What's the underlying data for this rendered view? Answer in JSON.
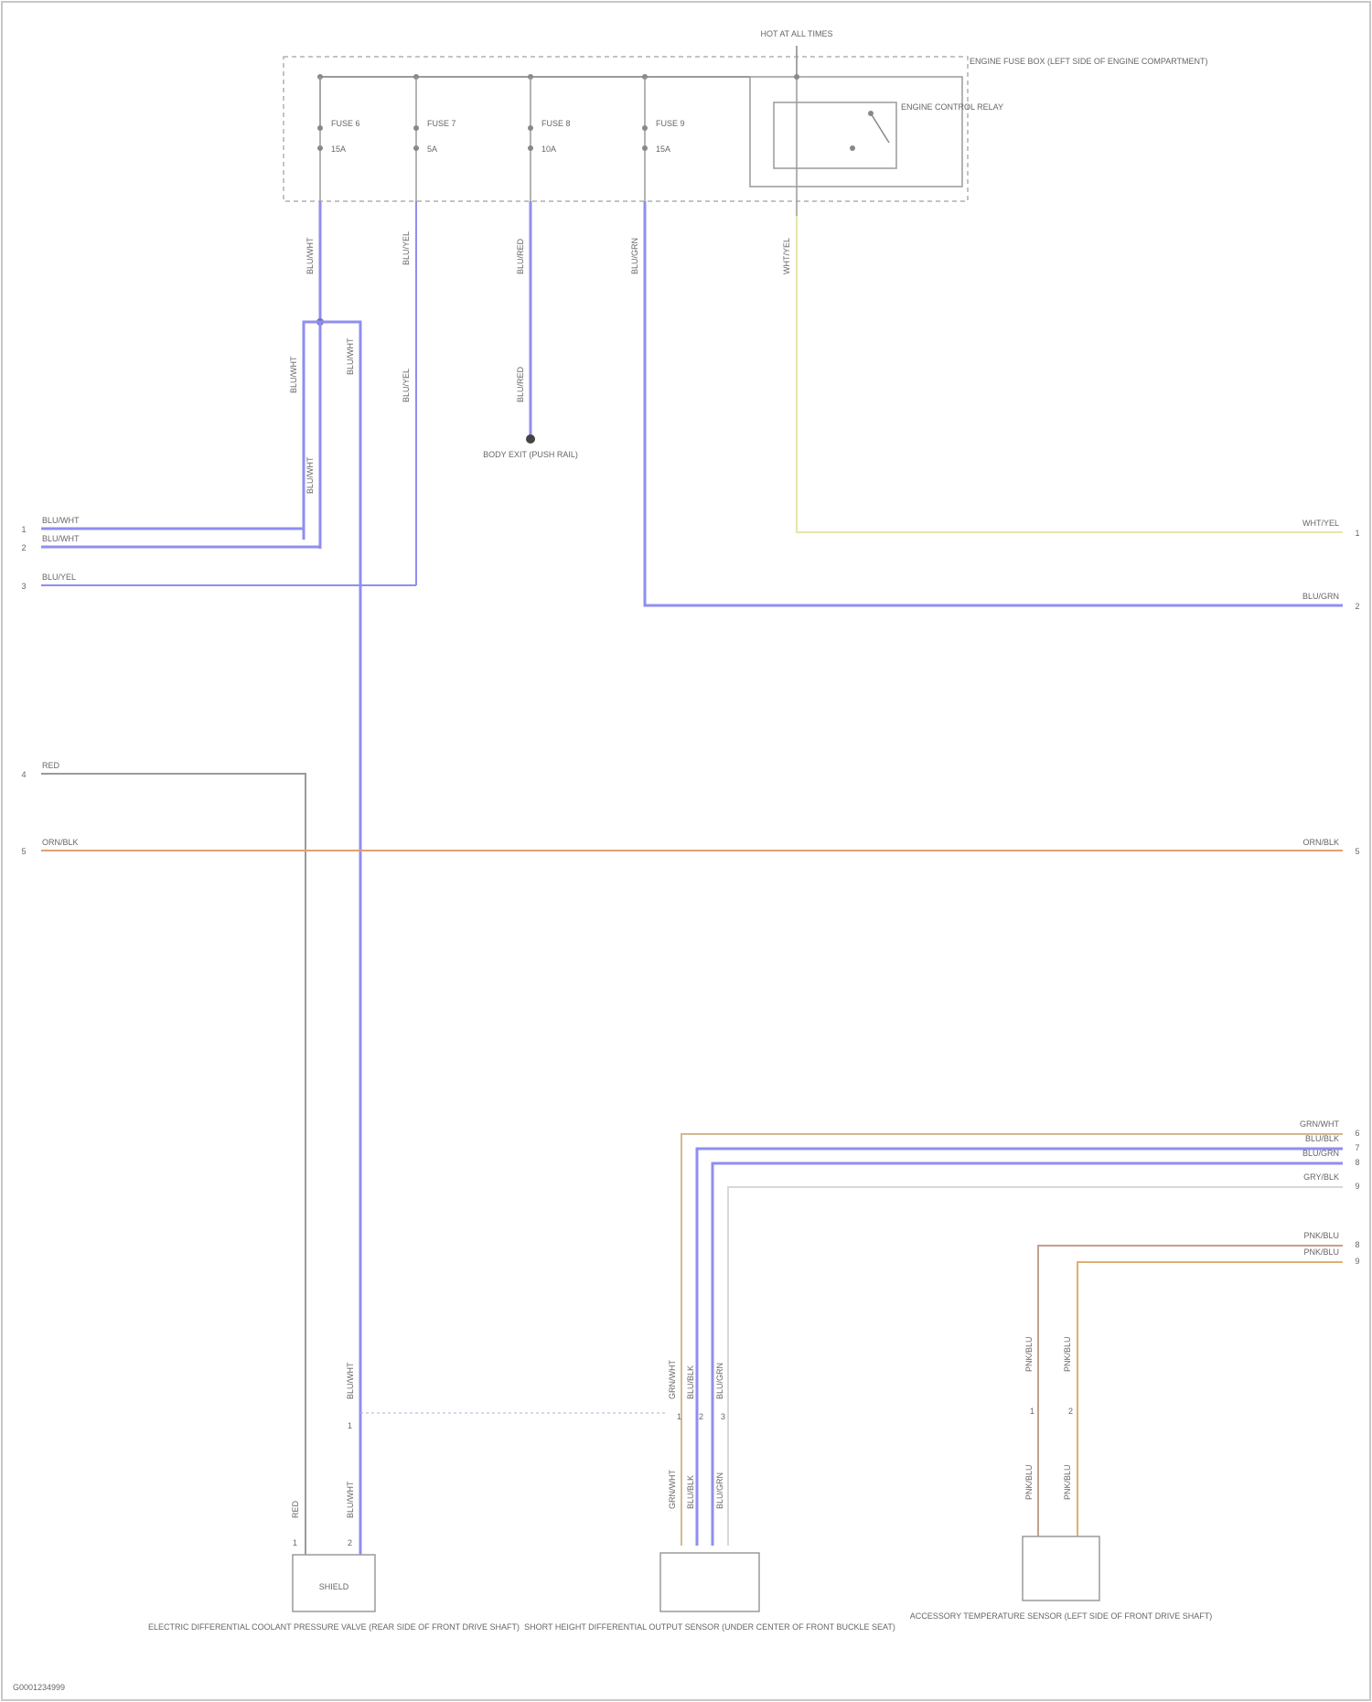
{
  "diagram": {
    "colors": {
      "blue": "#8f8ef0",
      "gray": "#9a9a9a",
      "orange": "#e0a070",
      "yellow": "#e6e6a8",
      "tan": "#d4b890",
      "brown": "#c4a08c",
      "frame": "#b0b0b0"
    },
    "fuse_box": {
      "feed_label": "HOT AT ALL TIMES",
      "box_label": "ENGINE FUSE BOX (LEFT SIDE OF ENGINE COMPARTMENT)",
      "fuses": [
        {
          "name": "FUSE 6",
          "rating": "15A"
        },
        {
          "name": "FUSE 7",
          "rating": "5A"
        },
        {
          "name": "FUSE 8",
          "rating": "10A"
        },
        {
          "name": "FUSE 9",
          "rating": "15A"
        }
      ],
      "relay_label": "ENGINE CONTROL RELAY"
    },
    "wire_labels": {
      "f6_drop": "BLU/WHT",
      "f7_drop": "BLU/YEL",
      "f8_drop": "BLU/RED",
      "f9_drop": "BLU/GRN",
      "relay_drop": "WHT/YEL",
      "split_a": "BLU/WHT",
      "split_b": "BLU/WHT",
      "f7_lower": "BLU/YEL",
      "f8_lower": "BLU/RED",
      "f6_lower": "BLU/WHT",
      "left_1": "BLU/WHT",
      "left_2": "BLU/WHT",
      "left_3": "BLU/YEL",
      "left_4": "RED",
      "left_5": "ORN/BLK",
      "right_1": "WHT/YEL",
      "right_2": "BLU/GRN",
      "right_3": "ORN/BLK",
      "right_4": "GRN/WHT",
      "right_5": "BLU/BLK",
      "right_6": "BLU/GRN",
      "right_7": "GRY/BLK",
      "right_8": "PNK/BLU",
      "right_9": "PNK/BLU",
      "pcv_up": "BLU/WHT",
      "pcv_low": "BLU/WHT",
      "pcv_red": "RED",
      "vss_up_1": "GRN/WHT",
      "vss_up_2": "BLU/BLK",
      "vss_up_3": "BLU/GRN",
      "vss_low_1": "GRN/WHT",
      "vss_low_2": "BLU/BLK",
      "vss_low_3": "BLU/GRN",
      "ats_up_1": "PNK/BLU",
      "ats_up_2": "PNK/BLU",
      "ats_low_1": "PNK/BLU",
      "ats_low_2": "PNK/BLU"
    },
    "terminal_labels": {
      "left": [
        "1",
        "2",
        "3",
        "4",
        "5"
      ],
      "right": [
        "1",
        "2",
        "5",
        "6",
        "7",
        "8",
        "9",
        "8",
        "9"
      ]
    },
    "connector_pins": {
      "pcv_top": "1",
      "pcv_left": "1",
      "pcv_right": "2",
      "vss_1": "1",
      "vss_2": "2",
      "vss_3": "3",
      "ats_1": "1",
      "ats_2": "2"
    },
    "ground_label": "BODY EXIT (PUSH RAIL)",
    "components": [
      {
        "label": "ELECTRIC DIFFERENTIAL COOLANT PRESSURE VALVE (REAR SIDE OF FRONT DRIVE SHAFT)",
        "inner": "SHIELD"
      },
      {
        "label": "SHORT HEIGHT DIFFERENTIAL OUTPUT SENSOR (UNDER CENTER OF FRONT BUCKLE SEAT)",
        "inner": ""
      },
      {
        "label": "ACCESSORY TEMPERATURE SENSOR (LEFT SIDE OF FRONT DRIVE SHAFT)",
        "inner": ""
      }
    ],
    "footer_code": "G0001234999"
  }
}
